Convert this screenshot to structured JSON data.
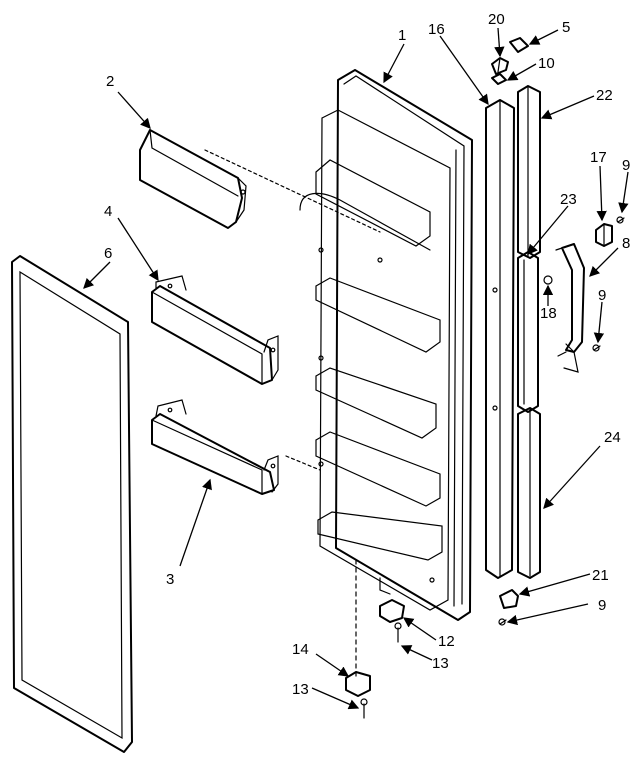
{
  "callouts": {
    "c1": "1",
    "c2": "2",
    "c3": "3",
    "c4": "4",
    "c5": "5",
    "c6": "6",
    "c8": "8",
    "c9a": "9",
    "c9b": "9",
    "c9c": "9",
    "c10": "10",
    "c12": "12",
    "c13a": "13",
    "c13b": "13",
    "c14": "14",
    "c16": "16",
    "c17": "17",
    "c18": "18",
    "c20": "20",
    "c21": "21",
    "c22": "22",
    "c23": "23",
    "c24": "24"
  }
}
